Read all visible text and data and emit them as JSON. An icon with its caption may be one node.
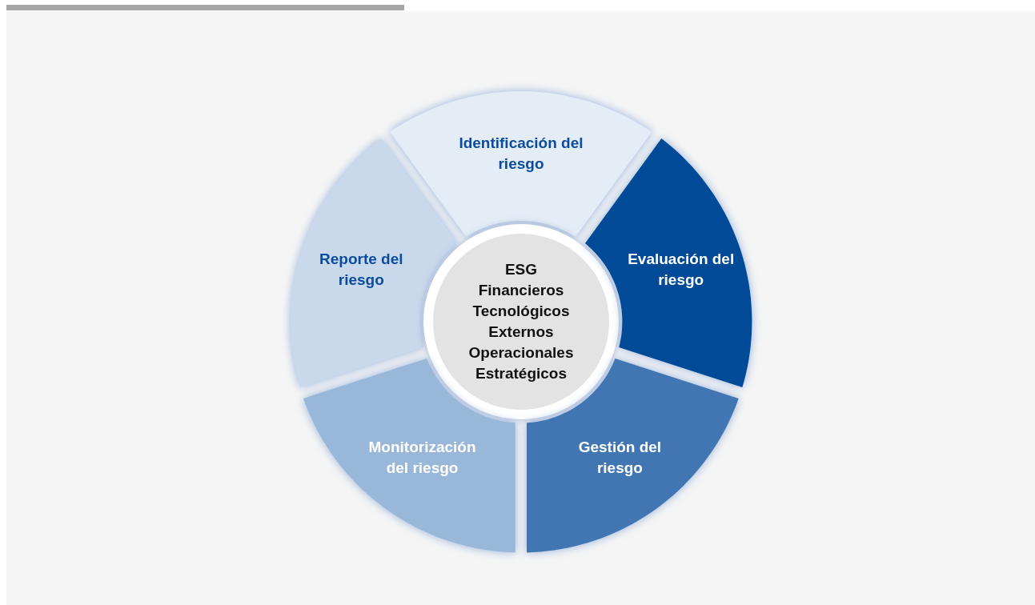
{
  "diagram": {
    "nodes": [
      {
        "text": [
          "Identificación del riesgo"
        ]
      },
      {
        "text": [
          "Reporte del riesgo"
        ]
      },
      {
        "text": [
          "ESG",
          "Financieros",
          "Tecnológicos",
          "Externos",
          "Operacionales",
          "Estratégicos"
        ]
      },
      {
        "text": [
          "Evaluación del riesgo"
        ]
      },
      {
        "text": [
          "Monitorización del riesgo"
        ]
      },
      {
        "text": [
          "Gestión del riesgo"
        ]
      }
    ]
  }
}
